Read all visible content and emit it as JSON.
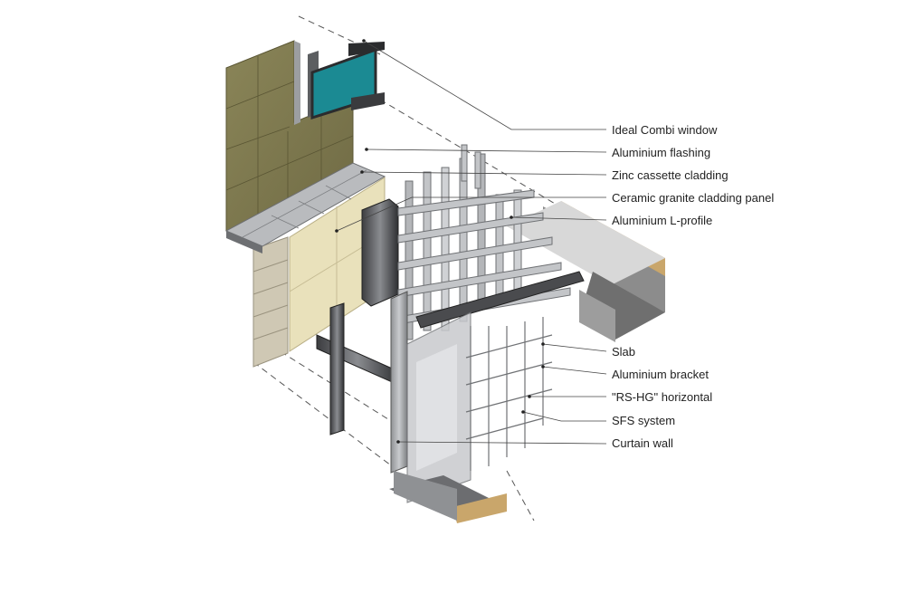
{
  "labels": [
    "Ideal Combi window",
    "Aluminium flashing",
    "Zinc cassette cladding",
    "Ceramic granite cladding panel",
    "Aluminium L-profile",
    "Slab",
    "Aluminium bracket",
    "\"RS-HG\" horizontal",
    "SFS system",
    "Curtain wall"
  ],
  "colors": {
    "zinc_cladding": "#7f7a4f",
    "window_glass": "#1b8a93",
    "ceramic_panel": "#e9e1bb",
    "steel": "#a9abae",
    "slab": "#8d8d8d",
    "insulation": "#c9a66b"
  }
}
